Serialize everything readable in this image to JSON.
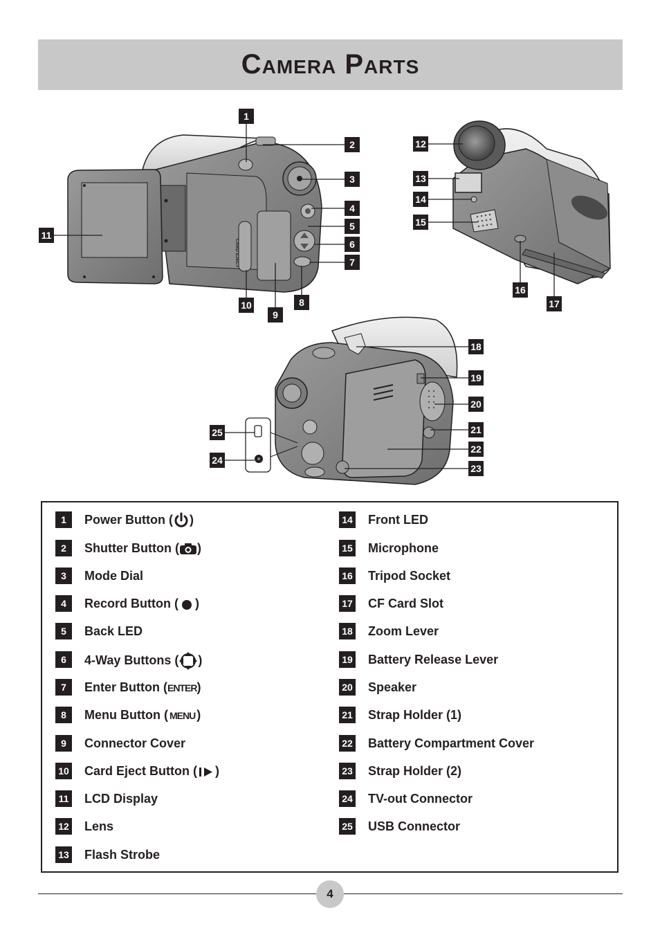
{
  "header": {
    "title": "Camera Parts"
  },
  "callouts": [
    "1",
    "2",
    "3",
    "4",
    "5",
    "6",
    "7",
    "8",
    "9",
    "10",
    "11",
    "12",
    "13",
    "14",
    "15",
    "16",
    "17",
    "18",
    "19",
    "20",
    "21",
    "22",
    "23",
    "24",
    "25"
  ],
  "camera_labels": {
    "card_eject": "CARD EJECT"
  },
  "legend": {
    "left": [
      {
        "num": "1",
        "label": "Power Button (",
        "icon": "power-icon",
        "suffix": ")"
      },
      {
        "num": "2",
        "label": "Shutter Button (",
        "icon": "camera-icon",
        "suffix": ")"
      },
      {
        "num": "3",
        "label": "Mode Dial",
        "icon": "",
        "suffix": ""
      },
      {
        "num": "4",
        "label": "Record Button (",
        "icon": "record-dot-icon",
        "suffix": ")"
      },
      {
        "num": "5",
        "label": "Back LED",
        "icon": "",
        "suffix": ""
      },
      {
        "num": "6",
        "label": "4-Way Buttons (",
        "icon": "four-way-icon",
        "suffix": ")"
      },
      {
        "num": "7",
        "label": "Enter Button (",
        "icon": "enter-icon",
        "suffix": ")",
        "icon_text": "ENTER"
      },
      {
        "num": "8",
        "label": "Menu Button (",
        "icon": "menu-icon",
        "suffix": ")",
        "icon_text": "MENU"
      },
      {
        "num": "9",
        "label": "Connector Cover",
        "icon": "",
        "suffix": ""
      },
      {
        "num": "10",
        "label": "Card Eject Button (",
        "icon": "card-eject-icon",
        "suffix": ")"
      },
      {
        "num": "11",
        "label": "LCD Display",
        "icon": "",
        "suffix": ""
      },
      {
        "num": "12",
        "label": "Lens",
        "icon": "",
        "suffix": ""
      },
      {
        "num": "13",
        "label": "Flash Strobe",
        "icon": "",
        "suffix": ""
      }
    ],
    "right": [
      {
        "num": "14",
        "label": "Front LED"
      },
      {
        "num": "15",
        "label": "Microphone"
      },
      {
        "num": "16",
        "label": "Tripod Socket"
      },
      {
        "num": "17",
        "label": "CF Card Slot"
      },
      {
        "num": "18",
        "label": "Zoom Lever"
      },
      {
        "num": "19",
        "label": "Battery Release Lever"
      },
      {
        "num": "20",
        "label": "Speaker"
      },
      {
        "num": "21",
        "label": "Strap Holder (1)"
      },
      {
        "num": "22",
        "label": "Battery Compartment Cover"
      },
      {
        "num": "23",
        "label": "Strap Holder (2)"
      },
      {
        "num": "24",
        "label": "TV-out Connector"
      },
      {
        "num": "25",
        "label": "USB Connector"
      }
    ]
  },
  "footer": {
    "page_number": "4"
  }
}
